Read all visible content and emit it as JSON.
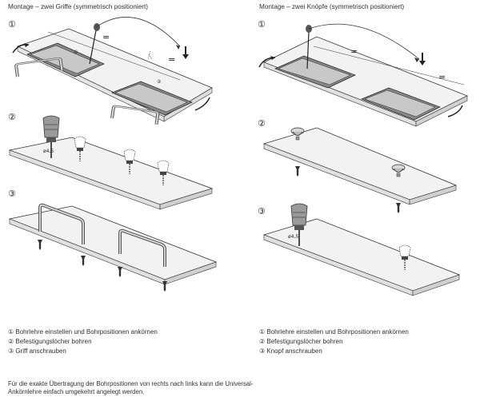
{
  "left": {
    "title": "Montage – zwei Griffe (symmetrisch positioniert)",
    "steps": [
      "① Bohrlehre einstellen und Bohrpositionen ankörnen",
      "② Befestigungslöcher bohren",
      "③ Griff anschrauben"
    ],
    "step_badges": [
      "①",
      "②",
      "③"
    ],
    "drill_label": "ø4,5"
  },
  "right": {
    "title": "Montage – zwei Knöpfe (symmetrisch positioniert)",
    "steps": [
      "① Bohrlehre einstellen und Bohrpositionen ankörnen",
      "② Befestigungslöcher bohren",
      "③ Knopf anschrauben"
    ],
    "step_badges": [
      "①",
      "②",
      "③"
    ],
    "drill_label": "ø4,5"
  },
  "equal_mark": "=",
  "note": "Für die exakte Übertragung der Bohrpositionen von rechts nach links kann die Universal-Ankörnlehre einfach umgekehrt angelegt werden."
}
